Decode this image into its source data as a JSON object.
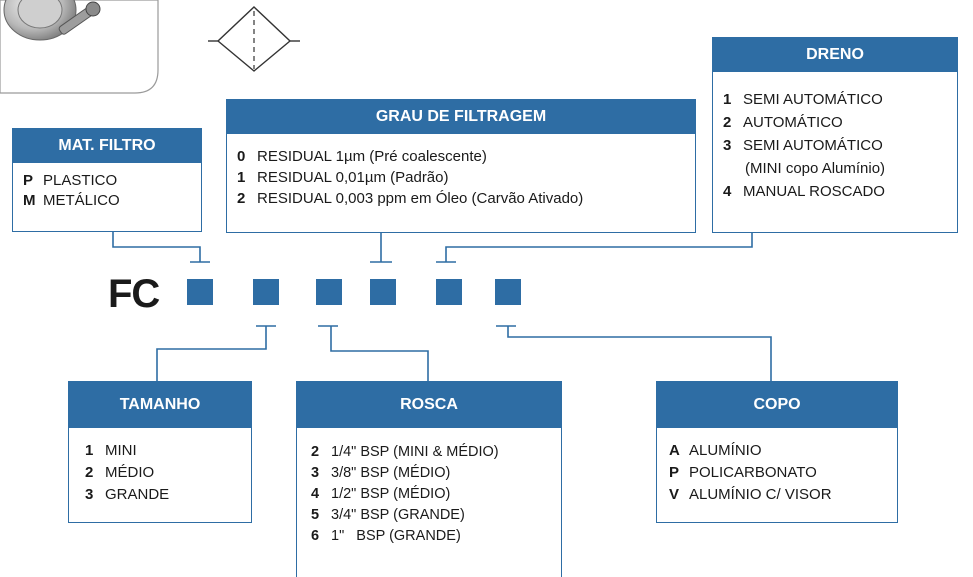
{
  "code_prefix": "FC",
  "mat_filtro": {
    "title": "MAT. FILTRO",
    "items": [
      {
        "code": "P",
        "label": "PLASTICO"
      },
      {
        "code": "M",
        "label": "METÁLICO"
      }
    ]
  },
  "grau_filtragem": {
    "title": "GRAU DE FILTRAGEM",
    "items": [
      {
        "code": "0",
        "label": "RESIDUAL 1µm (Pré coalescente)"
      },
      {
        "code": "1",
        "label": "RESIDUAL 0,01µm (Padrão)"
      },
      {
        "code": "2",
        "label": "RESIDUAL 0,003 ppm em Óleo (Carvão Ativado)"
      }
    ]
  },
  "dreno": {
    "title": "DRENO",
    "items": [
      {
        "code": "1",
        "label": "SEMI AUTOMÁTICO"
      },
      {
        "code": "2",
        "label": "AUTOMÁTICO"
      },
      {
        "code": "3",
        "label": "SEMI AUTOMÁTICO"
      },
      {
        "code": "4",
        "label": "MANUAL ROSCADO"
      }
    ],
    "note": "(MINI copo Alumínio)"
  },
  "tamanho": {
    "title": "TAMANHO",
    "items": [
      {
        "code": "1",
        "label": "MINI"
      },
      {
        "code": "2",
        "label": "MÉDIO"
      },
      {
        "code": "3",
        "label": "GRANDE"
      }
    ]
  },
  "rosca": {
    "title": "ROSCA",
    "items": [
      {
        "code": "2",
        "label": "1/4\" BSP (MINI & MÉDIO)"
      },
      {
        "code": "3",
        "label": "3/8\" BSP (MÉDIO)"
      },
      {
        "code": "4",
        "label": "1/2\" BSP (MÉDIO)"
      },
      {
        "code": "5",
        "label": "3/4\" BSP (GRANDE)"
      },
      {
        "code": "6",
        "label": "1\"   BSP (GRANDE)"
      }
    ]
  },
  "copo": {
    "title": "COPO",
    "items": [
      {
        "code": "A",
        "label": "ALUMÍNIO"
      },
      {
        "code": "P",
        "label": "POLICARBONATO"
      },
      {
        "code": "V",
        "label": "ALUMÍNIO C/ VISOR"
      }
    ]
  },
  "colors": {
    "accent": "#2e6da4",
    "line": "#2e6da4",
    "text": "#1a1a1a"
  },
  "icons": [
    "product-photo",
    "filter-symbol-icon"
  ]
}
